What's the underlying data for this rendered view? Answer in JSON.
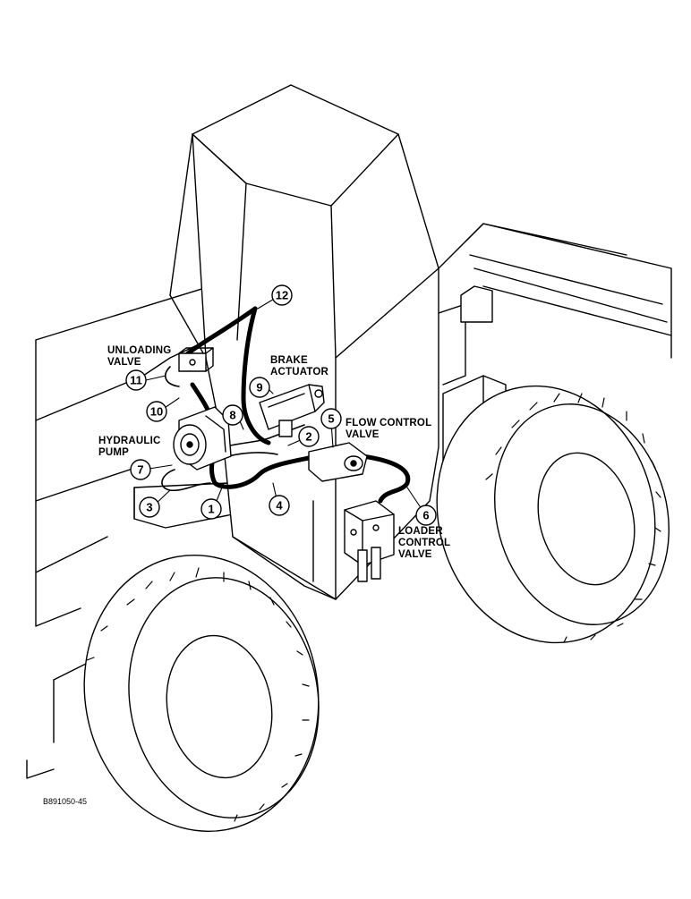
{
  "labels": {
    "unloading_valve_1": "UNLOADING",
    "unloading_valve_2": "VALVE",
    "brake_actuator_1": "BRAKE",
    "brake_actuator_2": "ACTUATOR",
    "flow_control_1": "FLOW CONTROL",
    "flow_control_2": "VALVE",
    "hydraulic_pump_1": "HYDRAULIC",
    "hydraulic_pump_2": "PUMP",
    "loader_control_1": "LOADER",
    "loader_control_2": "CONTROL",
    "loader_control_3": "VALVE"
  },
  "callouts": [
    "1",
    "2",
    "3",
    "4",
    "5",
    "6",
    "7",
    "8",
    "9",
    "10",
    "11",
    "12"
  ],
  "figure_code": "B891050-45",
  "colors": {
    "line": "#000000",
    "background": "#ffffff"
  }
}
